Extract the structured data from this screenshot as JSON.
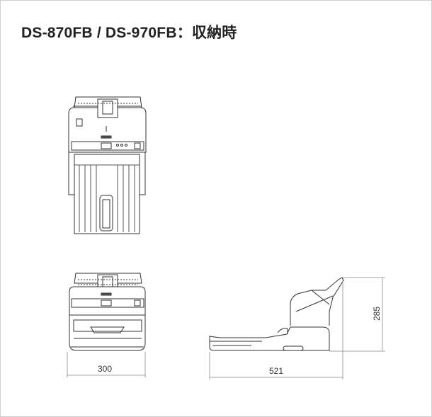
{
  "title": "DS-870FB / DS-970FB：収納時",
  "views": {
    "top": "top-view",
    "front": "front-view",
    "side": "side-view"
  },
  "dimensions": {
    "width": "300",
    "depth": "521",
    "height": "285"
  }
}
